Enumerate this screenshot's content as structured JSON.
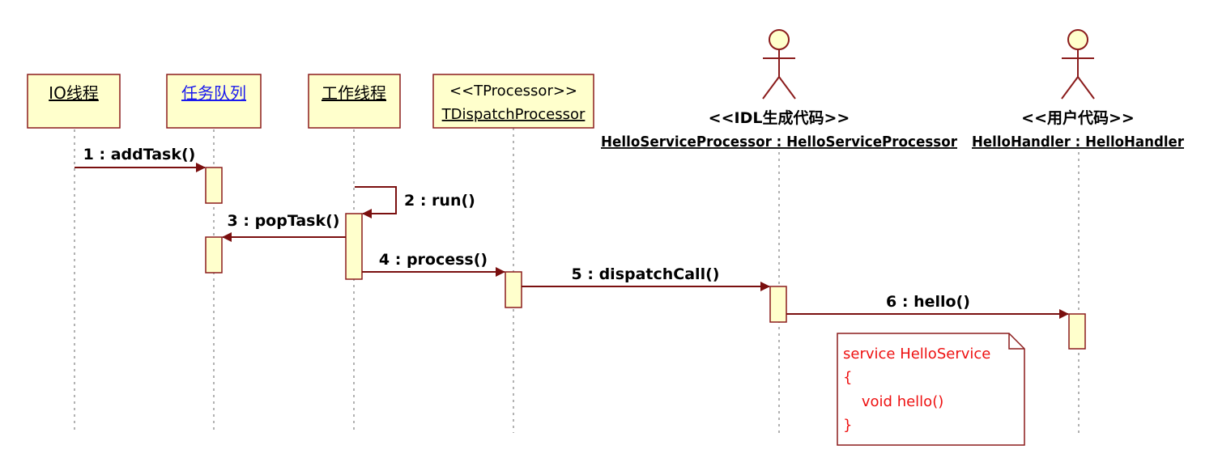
{
  "colors": {
    "box_fill": "#ffffcc",
    "box_stroke": "#8b1c1c",
    "message": "#7a0f0f",
    "lifeline": "#666666",
    "link": "#1a1aee",
    "note_text": "#ee1111",
    "text": "#000000"
  },
  "participants": [
    {
      "id": "io",
      "label": "IO线程",
      "kind": "box"
    },
    {
      "id": "queue",
      "label": "任务队列",
      "kind": "box",
      "link": true
    },
    {
      "id": "worker",
      "label": "工作线程",
      "kind": "box"
    },
    {
      "id": "tproc",
      "stereotype": "<<TProcessor>>",
      "label": "TDispatchProcessor",
      "kind": "box"
    },
    {
      "id": "hsp",
      "stereotype": "<<IDL生成代码>>",
      "label": "HelloServiceProcessor : HelloServiceProcessor",
      "kind": "actor"
    },
    {
      "id": "hh",
      "stereotype": "<<用户代码>>",
      "label": "HelloHandler : HelloHandler",
      "kind": "actor"
    }
  ],
  "messages": [
    {
      "from": "io",
      "to": "queue",
      "label": "1 : addTask()"
    },
    {
      "from": "worker",
      "to": "worker",
      "label": "2 : run()",
      "self": true
    },
    {
      "from": "worker",
      "to": "queue",
      "label": "3 : popTask()"
    },
    {
      "from": "worker",
      "to": "tproc",
      "label": "4 : process()"
    },
    {
      "from": "tproc",
      "to": "hsp",
      "label": "5 : dispatchCall()"
    },
    {
      "from": "hsp",
      "to": "hh",
      "label": "6 : hello()"
    }
  ],
  "note": {
    "lines": [
      "service HelloService",
      "{",
      "    void hello()",
      "}"
    ]
  }
}
